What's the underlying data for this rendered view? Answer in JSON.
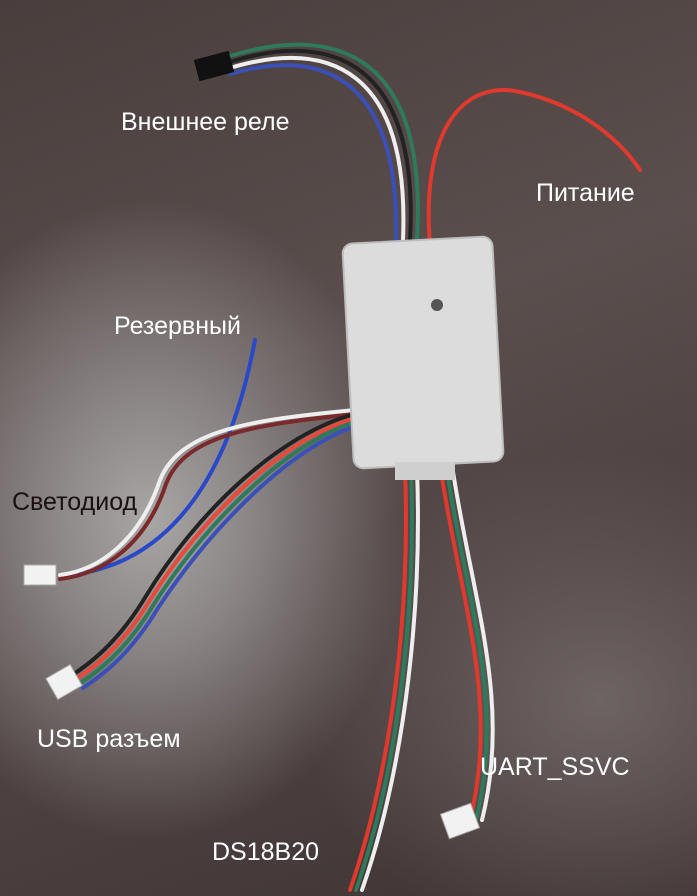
{
  "labels": {
    "relay": "Внешнее реле",
    "power": "Питание",
    "reserve": "Резервный",
    "led": "Светодиод",
    "usb": "USB разъем",
    "uart": "UART_SSVC",
    "ds18b20": "DS18B20"
  }
}
